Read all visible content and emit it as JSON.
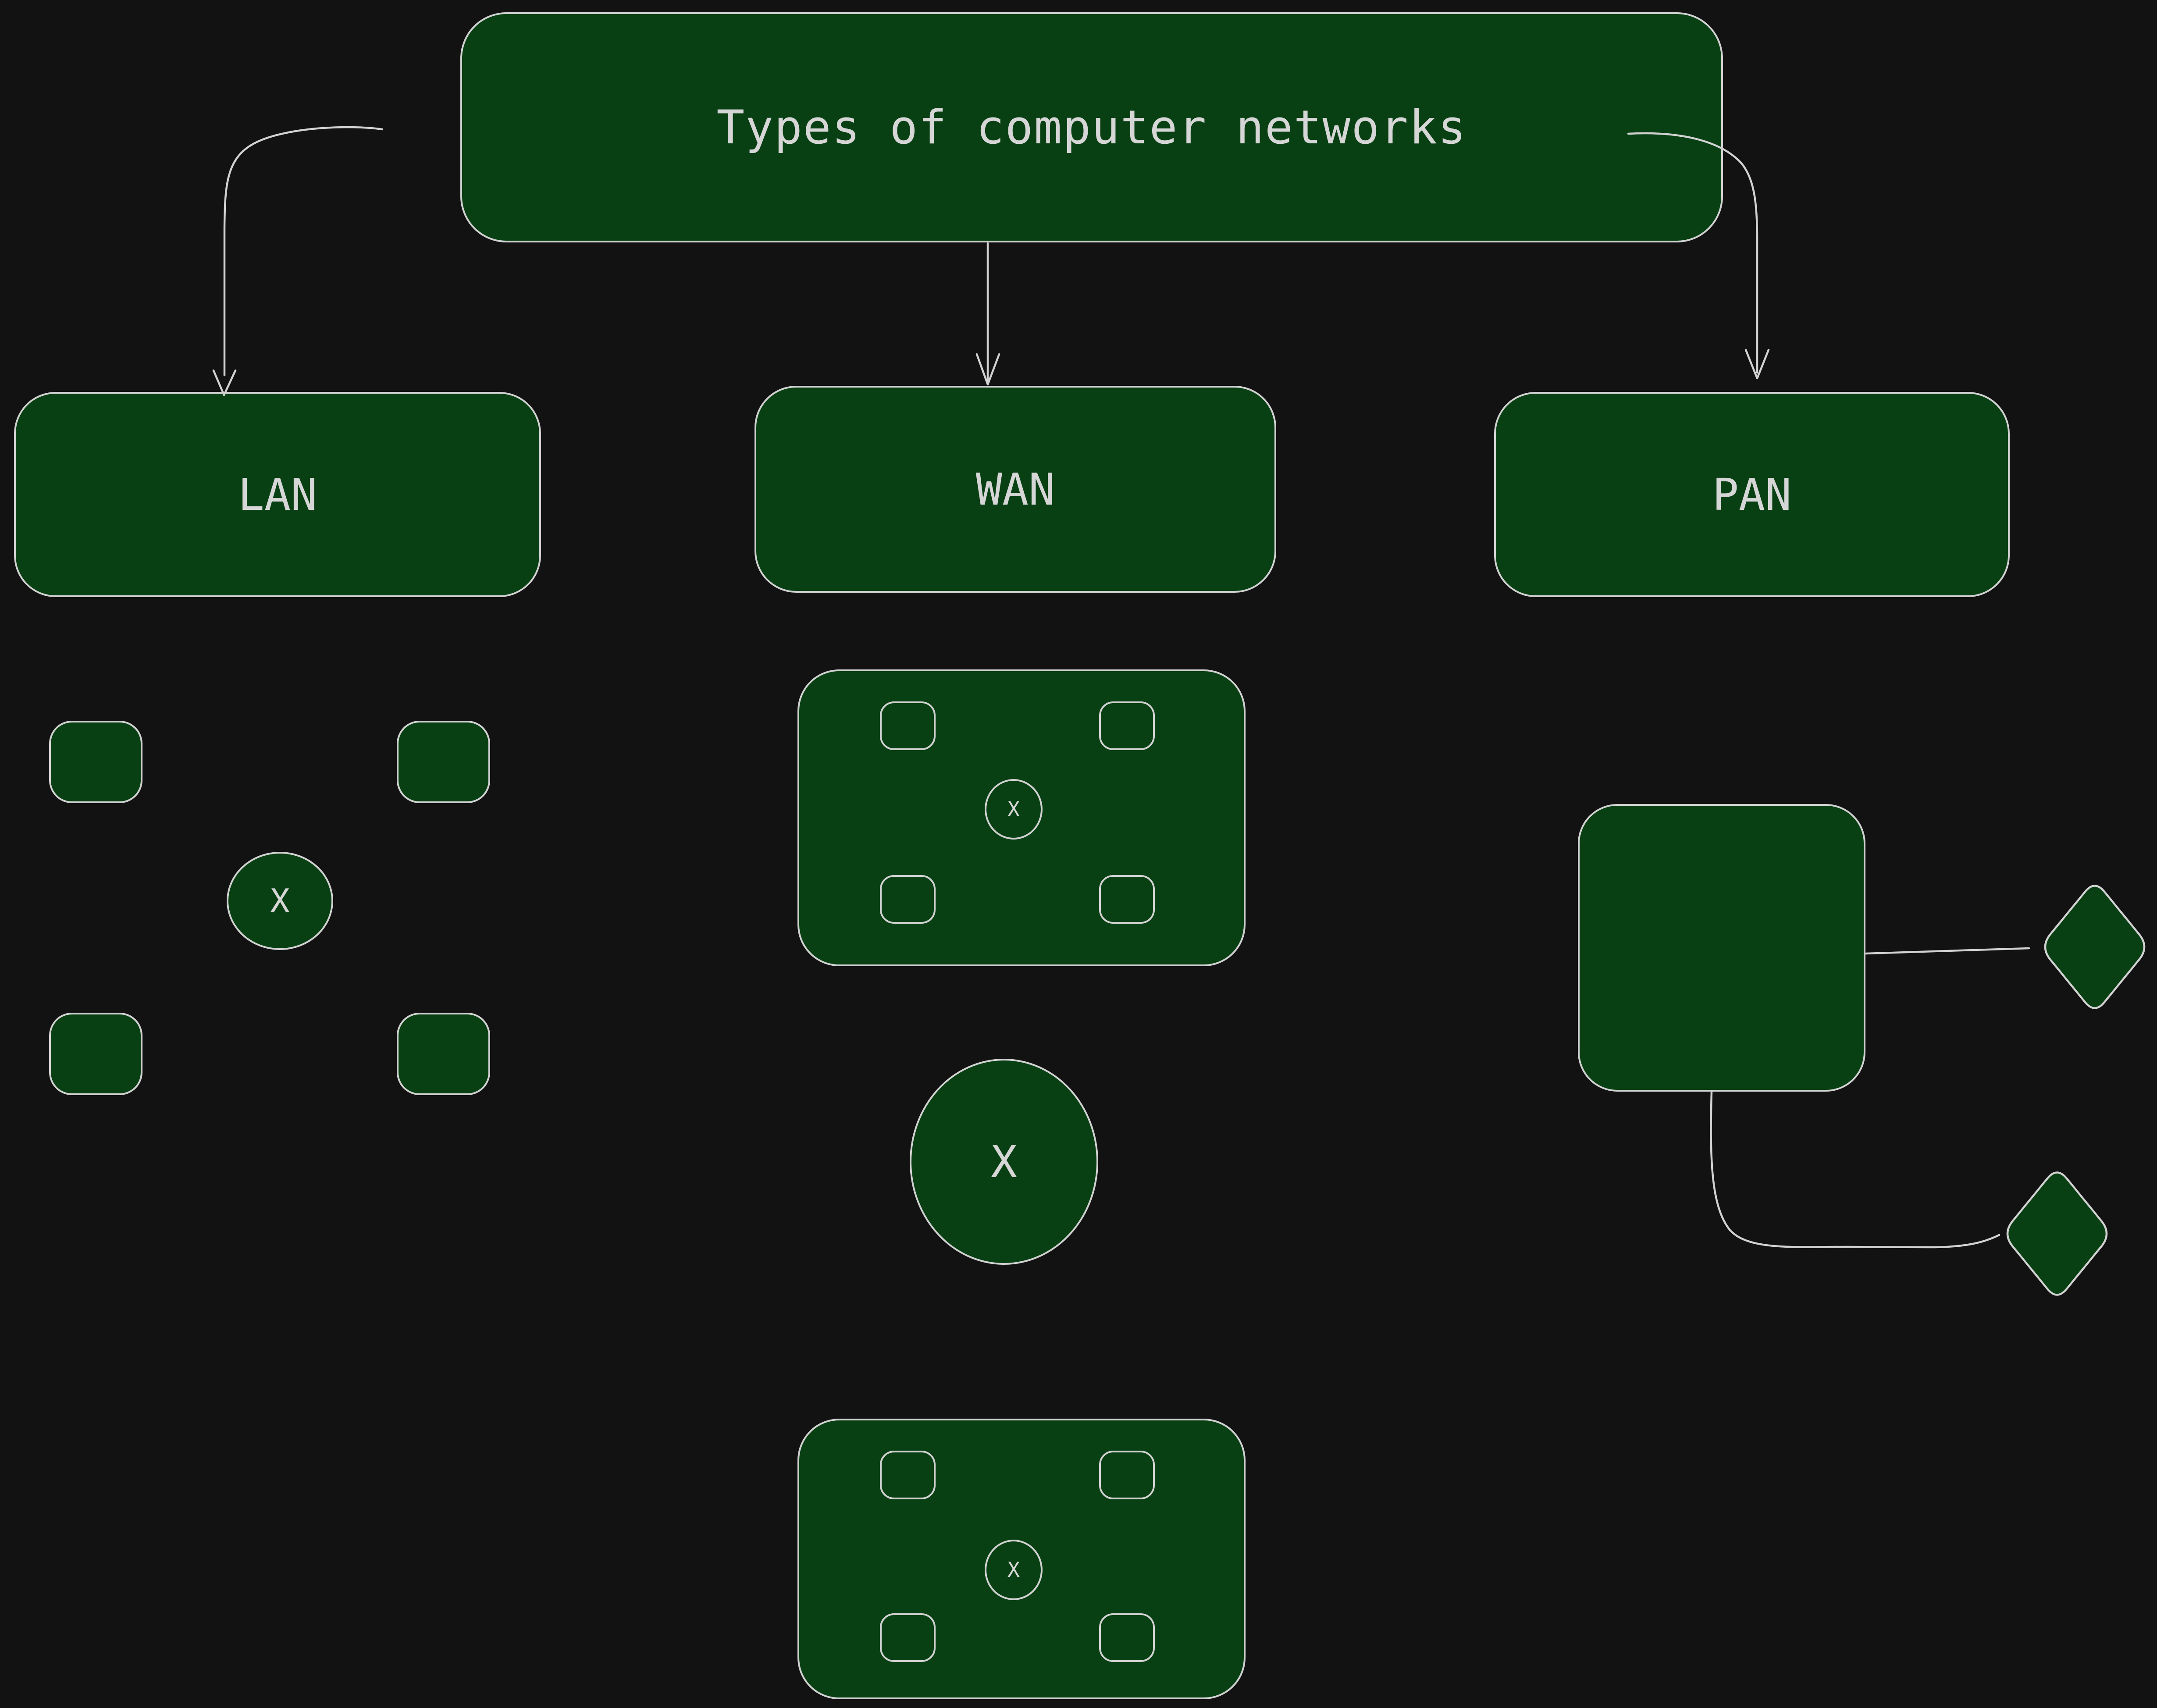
{
  "palette": {
    "background": "#121212",
    "shape_fill": "#084013",
    "stroke": "#d2d2d2",
    "text": "#d6d6d6"
  },
  "title": {
    "label": "Types of computer networks"
  },
  "network_types": [
    {
      "label": "LAN"
    },
    {
      "label": "WAN"
    },
    {
      "label": "PAN"
    }
  ],
  "lan_cluster": {
    "hub_label": "X",
    "workstation_count": 4
  },
  "wan_cluster": {
    "hub_label": "X",
    "node_count": 4
  },
  "wan_core": {
    "label": "X"
  },
  "remote_cluster": {
    "hub_label": "X",
    "node_count": 4
  },
  "pan_cluster": {
    "peripheral_count": 2
  }
}
